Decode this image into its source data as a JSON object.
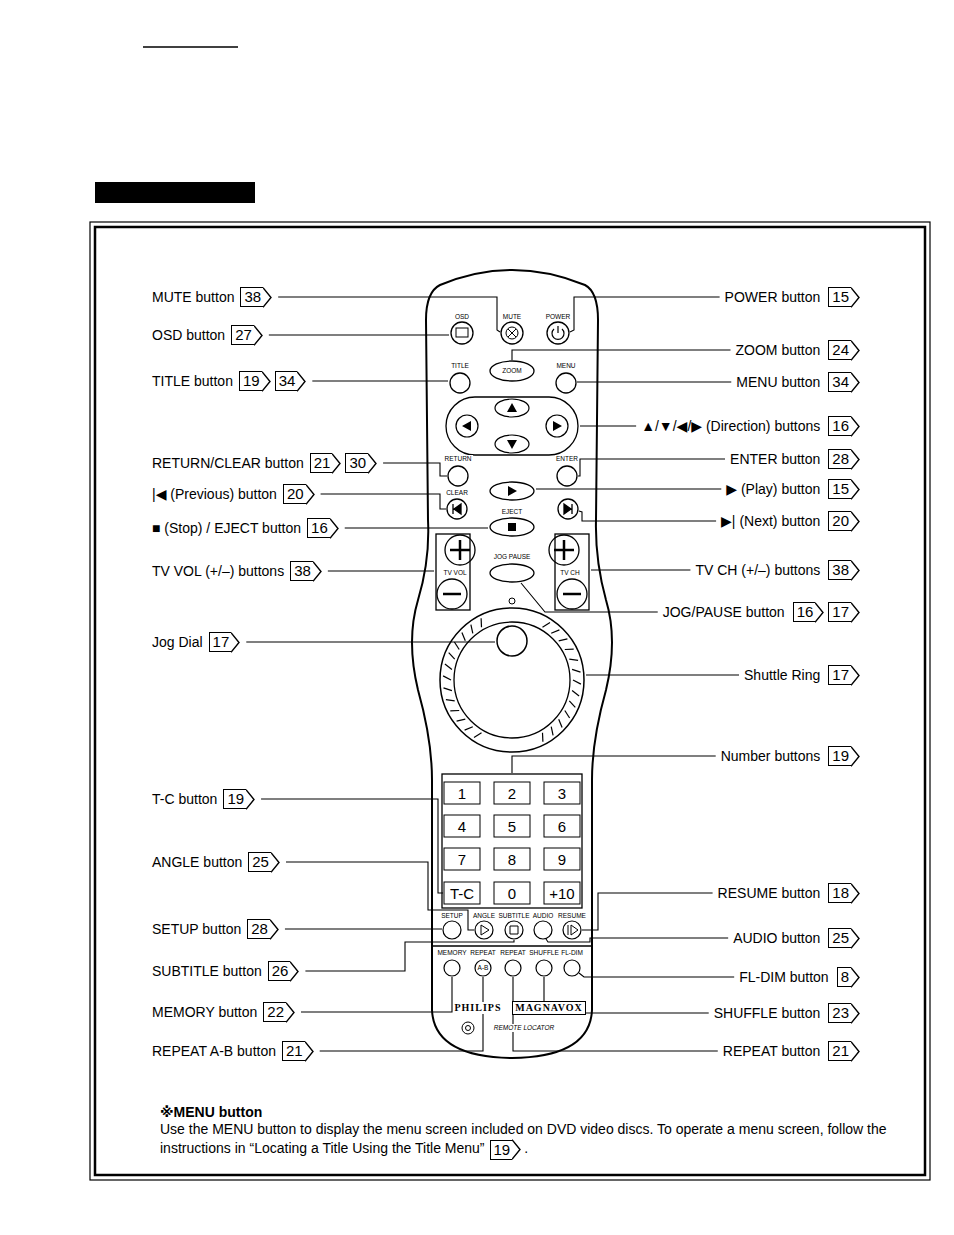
{
  "diagram": {
    "labels": [
      "MUTE button",
      "38",
      "OSD button",
      "27",
      "TITLE button",
      "19",
      "34",
      "RETURN/CLEAR button",
      "21",
      "30",
      "|◀ (Previous) button",
      "20",
      "■ (Stop) / EJECT button",
      "16",
      "TV VOL (+/–) buttons",
      "38",
      "Jog Dial",
      "17",
      "T-C button",
      "19",
      "ANGLE button",
      "25",
      "SETUP button",
      "28",
      "SUBTITLE button",
      "26",
      "MEMORY button",
      "22",
      "REPEAT A-B button",
      "21",
      "POWER button",
      "15",
      "ZOOM button",
      "24",
      "MENU button",
      "34",
      "▲/▼/◀/▶ (Direction) buttons",
      "16",
      "ENTER button",
      "28",
      "▶ (Play) button",
      "15",
      "▶| (Next) button",
      "20",
      "TV CH (+/–) buttons",
      "38",
      "JOG/PAUSE button",
      "16",
      "17",
      "Shuttle Ring",
      "17",
      "Number buttons",
      "19",
      "RESUME button",
      "18",
      "AUDIO button",
      "25",
      "FL-DIM button",
      "8",
      "SHUFFLE button",
      "23",
      "REPEAT button",
      "21",
      "OSD",
      "MUTE",
      "POWER",
      "TITLE",
      "ZOOM",
      "MENU",
      "RETURN",
      "ENTER",
      "CLEAR",
      "EJECT",
      "JOG PAUSE",
      "TV VOL",
      "TV CH",
      "1",
      "2",
      "3",
      "4",
      "5",
      "6",
      "7",
      "8",
      "9",
      "T-C",
      "0",
      "+10",
      "SETUP",
      "ANGLE",
      "SUBTITLE",
      "AUDIO",
      "RESUME",
      "MEMORY",
      "REPEAT",
      "A-B",
      "REPEAT",
      "SHUFFLE",
      "FL-DIM",
      "PHILIPS",
      "MAGNAVOX",
      "REMOTE LOCATOR",
      "※MENU button",
      "Use the MENU button to display the menu screen included on DVD video discs. To operate a menu screen, follow the instructions in “Locating a Title Using the Title Menu”",
      "19",
      "."
    ]
  }
}
